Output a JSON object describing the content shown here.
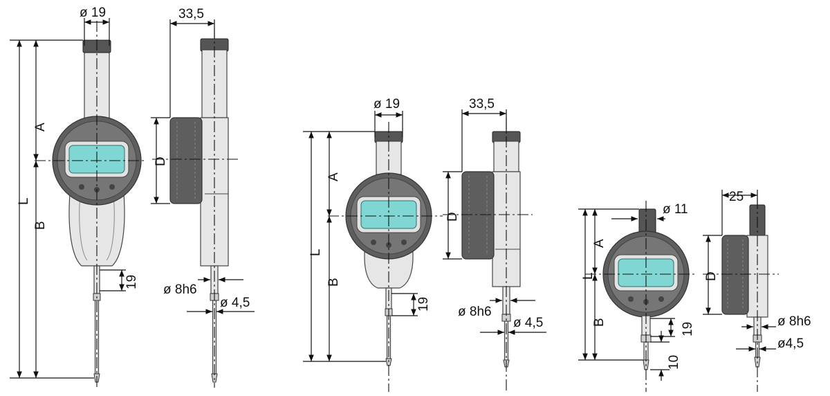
{
  "drawings": [
    {
      "front_labels": {
        "diameter_top": "ø 19",
        "A": "A",
        "B": "B",
        "L": "L",
        "stem_len": "19"
      },
      "side_labels": {
        "depth": "33,5",
        "D": "D",
        "spindle_dia": "ø 8h6",
        "tip_dia": "ø 4,5"
      }
    },
    {
      "front_labels": {
        "diameter_top": "ø 19",
        "A": "A",
        "B": "B",
        "L": "L",
        "stem_len": "19"
      },
      "side_labels": {
        "depth": "33,5",
        "D": "D",
        "spindle_dia": "ø 8h6",
        "tip_dia": "ø 4,5"
      }
    },
    {
      "front_labels": {
        "diameter_top": "ø 11",
        "A": "A",
        "B": "B",
        "L": "L",
        "stem_len": "19",
        "tip_len": "10"
      },
      "side_labels": {
        "depth": "25",
        "D": "D",
        "spindle_dia": "ø 8h6",
        "tip_dia": "ø4,5"
      }
    }
  ],
  "colors": {
    "display": "#7fd6d2",
    "housing": "#5e5e5e",
    "body": "#e6e6e6",
    "line": "#111111"
  }
}
